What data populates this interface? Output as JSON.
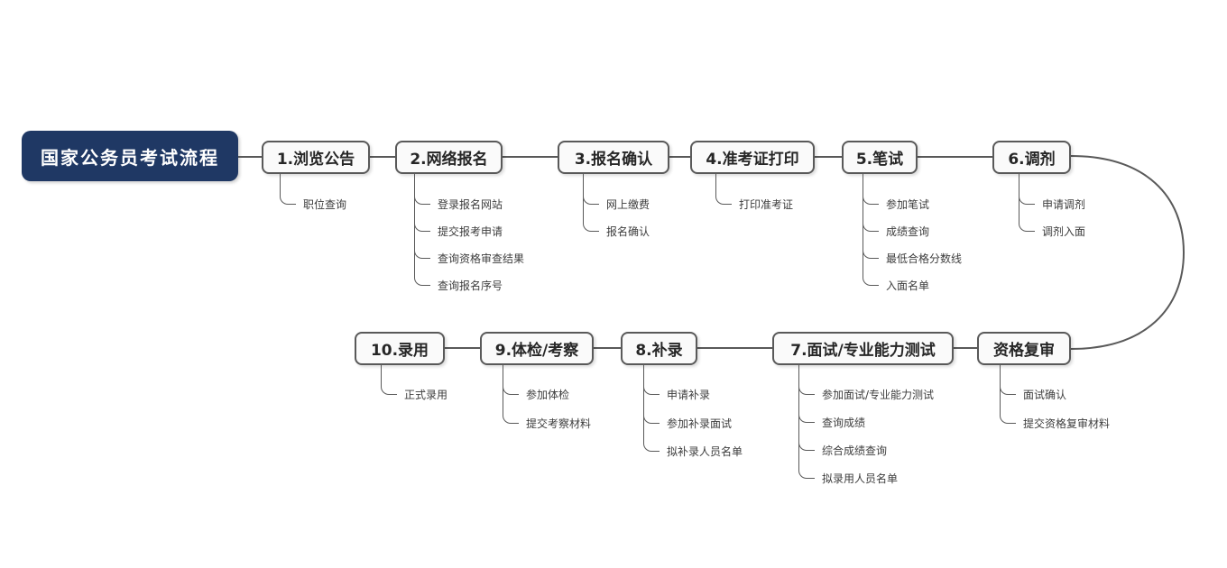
{
  "title": "国家公务员考试流程",
  "nodes": [
    {
      "label": "1.浏览公告",
      "children": [
        "职位查询"
      ]
    },
    {
      "label": "2.网络报名",
      "children": [
        "登录报名网站",
        "提交报考申请",
        "查询资格审查结果",
        "查询报名序号"
      ]
    },
    {
      "label": "3.报名确认",
      "children": [
        "网上缴费",
        "报名确认"
      ]
    },
    {
      "label": "4.准考证打印",
      "children": [
        "打印准考证"
      ]
    },
    {
      "label": "5.笔试",
      "children": [
        "参加笔试",
        "成绩查询",
        "最低合格分数线",
        "入面名单"
      ]
    },
    {
      "label": "6.调剂",
      "children": [
        "申请调剂",
        "调剂入面"
      ]
    },
    {
      "label": "资格复审",
      "children": [
        "面试确认",
        "提交资格复审材料"
      ]
    },
    {
      "label": "7.面试/专业能力测试",
      "children": [
        "参加面试/专业能力测试",
        "查询成绩",
        "综合成绩查询",
        "拟录用人员名单"
      ]
    },
    {
      "label": "8.补录",
      "children": [
        "申请补录",
        "参加补录面试",
        "拟补录人员名单"
      ]
    },
    {
      "label": "9.体检/考察",
      "children": [
        "参加体检",
        "提交考察材料"
      ]
    },
    {
      "label": "10.录用",
      "children": [
        "正式录用"
      ]
    }
  ],
  "colors": {
    "title_bg": "#1f3864",
    "title_text": "#ffffff",
    "box_bg": "#fafafa",
    "box_border": "#595959",
    "box_text": "#262626",
    "connector_line": "#595959",
    "sub_text": "#3d3d3d"
  }
}
